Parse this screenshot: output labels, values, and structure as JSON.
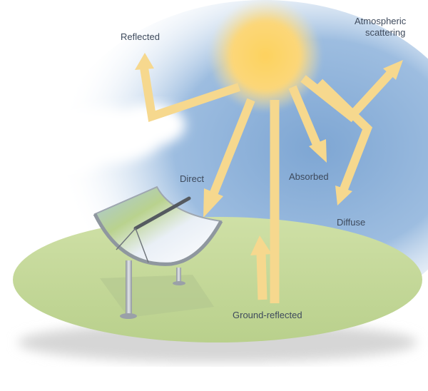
{
  "labels": {
    "reflected": "Reflected",
    "atmospheric_line1": "Atmospheric",
    "atmospheric_line2": "scattering",
    "direct": "Direct",
    "absorbed": "Absorbed",
    "diffuse": "Diffuse",
    "ground_reflected": "Ground-reflected"
  },
  "colors": {
    "sky": "#8fb3d9",
    "ground": "#c8dc9c",
    "sun": "#fbd46a",
    "arrow": "#f6d88e"
  }
}
